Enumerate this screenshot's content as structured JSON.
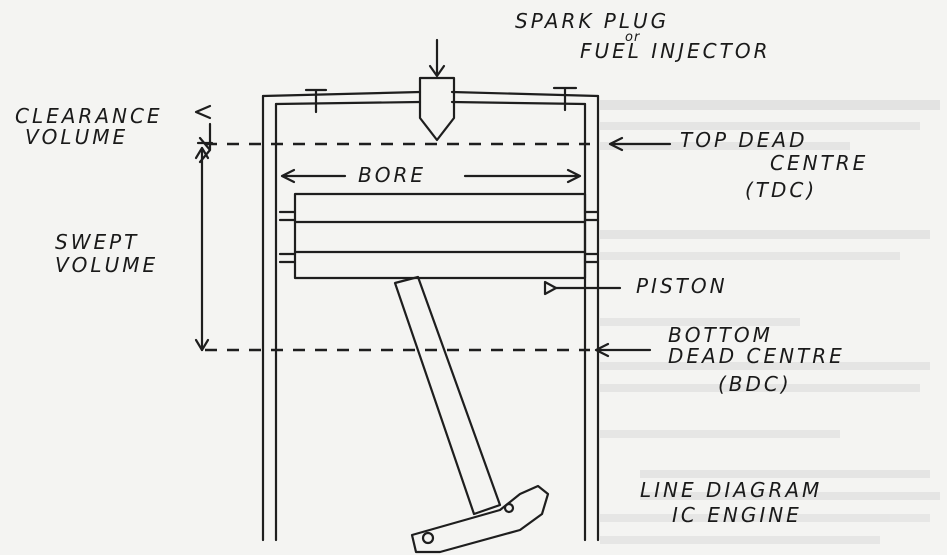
{
  "diagram": {
    "labels": {
      "spark_plug": "SPARK PLUG",
      "or": "or",
      "fuel_injector": "FUEL INJECTOR",
      "clearance_volume_1": "CLEARANCE",
      "clearance_volume_2": "VOLUME",
      "top_dead_centre_1": "TOP DEAD",
      "top_dead_centre_2": "CENTRE",
      "tdc": "(TDC)",
      "bore": "BORE",
      "swept_volume_1": "SWEPT",
      "swept_volume_2": "VOLUME",
      "piston": "PISTON",
      "bottom_dead_centre_1": "BOTTOM",
      "bottom_dead_centre_2": "DEAD CENTRE",
      "bdc": "(BDC)",
      "caption_1": "LINE DIAGRAM",
      "caption_2": "IC ENGINE"
    },
    "colors": {
      "ink": "#1e1e1e",
      "paper": "#f4f4f2",
      "faint_background_text": "#c9c9c9"
    }
  }
}
